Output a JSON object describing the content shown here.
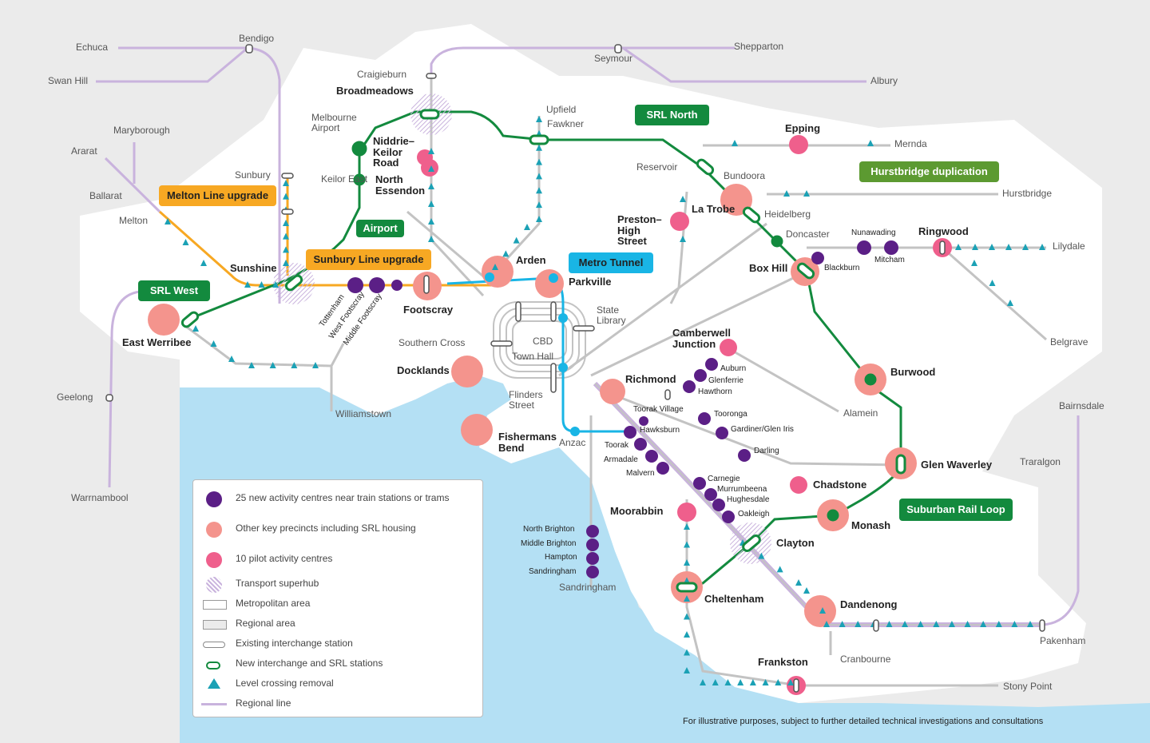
{
  "colors": {
    "sea": "#b4e0f4",
    "metro": "#ffffff",
    "regional": "#ebebeb",
    "metro_line": "#c3c3c3",
    "regional_line": "#c9b3dd",
    "srl": "#138a3e",
    "metro_tunnel": "#19b5e5",
    "upgrade": "#f7a823",
    "activity": "#5b1f86",
    "key_precinct": "#f4948d",
    "pilot": "#ef5f8c",
    "level_crossing": "#1ba1b5"
  },
  "callouts": {
    "srl_north": "SRL North",
    "hurstbridge": "Hurstbridge duplication",
    "melton": "Melton Line upgrade",
    "sunbury": "Sunbury Line upgrade",
    "metro_tunnel": "Metro Tunnel",
    "airport": "Airport",
    "srl_west": "SRL West",
    "srl_loop": "Suburban Rail Loop"
  },
  "labels": {
    "echuca": "Echuca",
    "swan_hill": "Swan Hill",
    "bendigo": "Bendigo",
    "seymour": "Seymour",
    "shepparton": "Shepparton",
    "albury": "Albury",
    "maryborough": "Maryborough",
    "ararat": "Ararat",
    "ballarat": "Ballarat",
    "melton": "Melton",
    "geelong": "Geelong",
    "warrnambool": "Warrnambool",
    "traralgon": "Traralgon",
    "bairnsdale": "Bairnsdale",
    "craigieburn": "Craigieburn",
    "broadmeadows": "Broadmeadows",
    "melbourne_airport": "Melbourne Airport",
    "upfield": "Upfield",
    "fawkner": "Fawkner",
    "epping": "Epping",
    "mernda": "Mernda",
    "reservoir": "Reservoir",
    "bundoora": "Bundoora",
    "hurstbridge": "Hurstbridge",
    "niddrie": "Niddrie–Keilor Road",
    "keilor_east": "Keilor East",
    "north_essendon": "North Essendon",
    "sunbury": "Sunbury",
    "preston": "Preston–High Street",
    "la_trobe": "La Trobe",
    "heidelberg": "Heidelberg",
    "doncaster": "Doncaster",
    "nunawading": "Nunawading",
    "mitcham": "Mitcham",
    "ringwood": "Ringwood",
    "lilydale": "Lilydale",
    "belgrave": "Belgrave",
    "box_hill": "Box Hill",
    "blackburn": "Blackburn",
    "sunshine": "Sunshine",
    "arden": "Arden",
    "parkville": "Parkville",
    "state_library": "State Library",
    "footscray": "Footscray",
    "tottenham": "Tottenham",
    "west_footscray": "West Footscray",
    "middle_footscray": "Middle Footscray",
    "east_werribee": "East Werribee",
    "williamstown": "Williamstown",
    "southern_cross": "Southern Cross",
    "cbd": "CBD",
    "town_hall": "Town Hall",
    "docklands": "Docklands",
    "flinders_street": "Flinders Street",
    "fishermans_bend": "Fishermans Bend",
    "anzac": "Anzac",
    "camberwell": "Camberwell Junction",
    "auburn": "Auburn",
    "glenferrie": "Glenferrie",
    "hawthorn": "Hawthorn",
    "richmond": "Richmond",
    "toorak_village": "Toorak Village",
    "hawksburn": "Hawksburn",
    "toorak": "Toorak",
    "armadale": "Armadale",
    "malvern": "Malvern",
    "tooronga": "Tooronga",
    "gardiner": "Gardiner/Glen Iris",
    "darling": "Darling",
    "alamein": "Alamein",
    "burwood": "Burwood",
    "glen_waverley": "Glen Waverley",
    "chadstone": "Chadstone",
    "monash": "Monash",
    "moorabbin": "Moorabbin",
    "carnegie": "Carnegie",
    "murrumbeena": "Murrumbeena",
    "hughesdale": "Hughesdale",
    "oakleigh": "Oakleigh",
    "clayton": "Clayton",
    "north_brighton": "North Brighton",
    "middle_brighton": "Middle Brighton",
    "hampton": "Hampton",
    "sandringham_c": "Sandringham",
    "sandringham": "Sandringham",
    "cheltenham": "Cheltenham",
    "dandenong": "Dandenong",
    "pakenham": "Pakenham",
    "cranbourne": "Cranbourne",
    "frankston": "Frankston",
    "stony_point": "Stony Point"
  },
  "legend": [
    {
      "icon": "activity-dot",
      "text": "25 new activity centres near train stations or trams"
    },
    {
      "icon": "key-precinct-dot",
      "text": "Other key precincts including SRL housing"
    },
    {
      "icon": "pilot-dot",
      "text": "10 pilot activity centres"
    },
    {
      "icon": "superhub-hatch",
      "text": "Transport superhub"
    },
    {
      "icon": "metro-area-box",
      "text": "Metropolitan area"
    },
    {
      "icon": "regional-area-box",
      "text": "Regional area"
    },
    {
      "icon": "existing-interchange",
      "text": "Existing interchange station"
    },
    {
      "icon": "new-interchange",
      "text": "New interchange and SRL stations"
    },
    {
      "icon": "level-crossing-triangle",
      "text": "Level crossing removal"
    },
    {
      "icon": "regional-line",
      "text": "Regional line"
    }
  ],
  "footnote": "For illustrative purposes, subject to further detailed technical investigations and consultations"
}
